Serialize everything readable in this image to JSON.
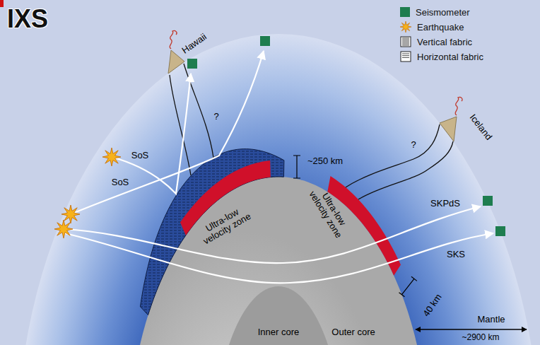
{
  "diagram": {
    "title": "IXS",
    "labels": [
      "Hawaii",
      "Iceland",
      "SoS",
      "SoS",
      "?",
      "?",
      "~250 km",
      "Ultra-low velocity zone",
      "Ultra-low velocity zone",
      "SKPdS",
      "SKS",
      "40 km",
      "Inner core",
      "Outer core",
      "Mantle",
      "~2900 km"
    ],
    "legend": [
      {
        "text": "Seismometer",
        "color": "#1e7d4f"
      },
      {
        "text": "Earthquake"
      },
      {
        "text": "Vertical fabric"
      },
      {
        "text": "Horizontal fabric"
      }
    ]
  }
}
